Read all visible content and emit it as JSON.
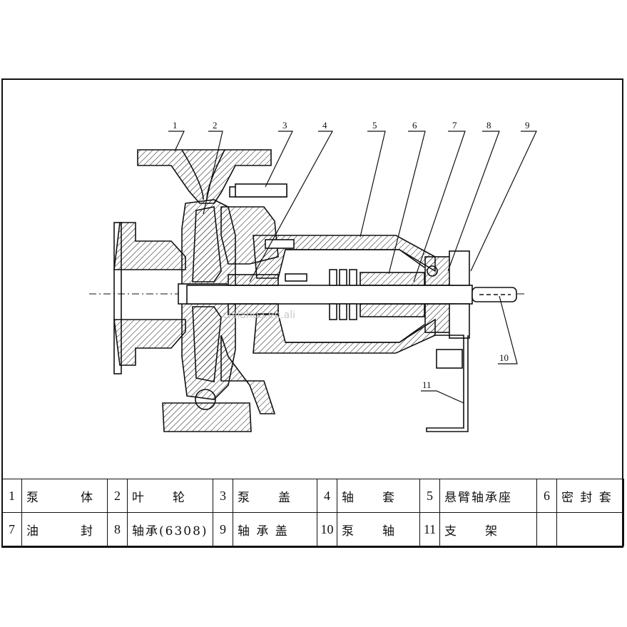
{
  "callouts": [
    "1",
    "2",
    "3",
    "4",
    "5",
    "6",
    "7",
    "8",
    "9",
    "10",
    "11"
  ],
  "watermark": "chilahua.en.ali",
  "parts": [
    [
      {
        "num": "1",
        "name": "泵　　　体"
      },
      {
        "num": "2",
        "name": "叶　　轮"
      },
      {
        "num": "3",
        "name": "泵　　盖"
      },
      {
        "num": "4",
        "name": "轴　　套"
      },
      {
        "num": "5",
        "name": "悬臂轴承座"
      },
      {
        "num": "6",
        "name": "密 封 套"
      }
    ],
    [
      {
        "num": "7",
        "name": "油　　　封"
      },
      {
        "num": "8",
        "name": "轴承(6308)"
      },
      {
        "num": "9",
        "name": "轴 承 盖"
      },
      {
        "num": "10",
        "name": "泵　　轴"
      },
      {
        "num": "11",
        "name": "支　　架"
      },
      {
        "num": "",
        "name": ""
      }
    ]
  ]
}
